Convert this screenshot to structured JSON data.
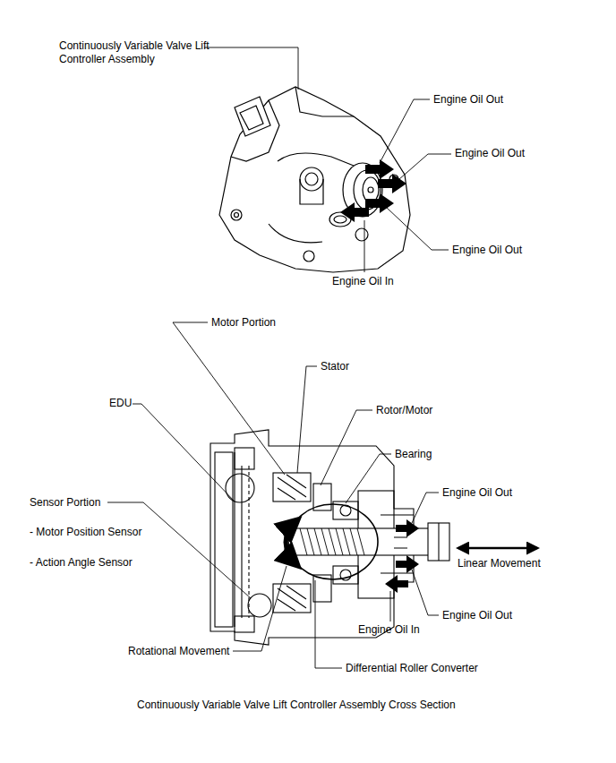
{
  "diagram": {
    "caption": "Continuously Variable Valve Lift Controller Assembly Cross Section",
    "labels": [
      "Continuously Variable Valve Lift Controller Assembly",
      "Engine Oil Out",
      "Engine Oil Out",
      "Engine Oil Out",
      "Engine Oil In",
      "Motor Portion",
      "Stator",
      "Rotor/Motor",
      "EDU",
      "Bearing",
      "Sensor Portion",
      "- Motor Position Sensor",
      "- Action Angle Sensor",
      "Engine Oil Out",
      "Linear Movement",
      "Engine Oil Out",
      "Engine Oil In",
      "Rotational Movement",
      "Differential Roller Converter"
    ]
  }
}
